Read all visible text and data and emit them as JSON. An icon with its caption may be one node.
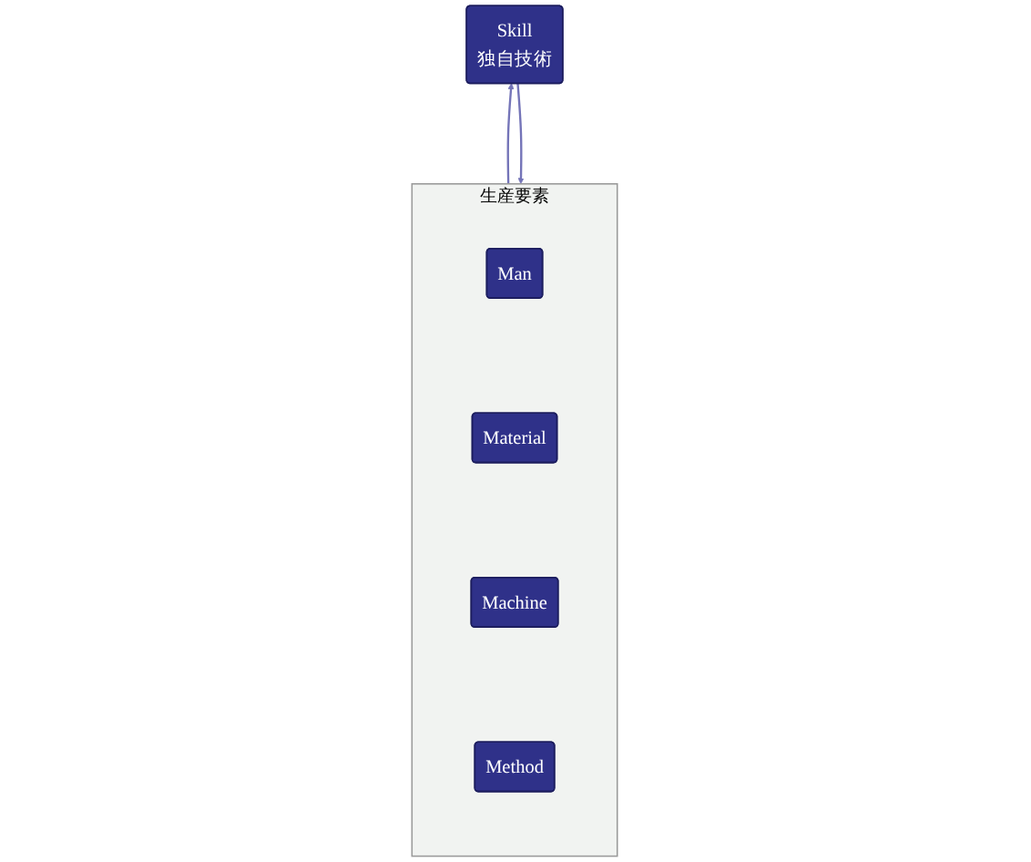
{
  "diagram": {
    "nodes": [
      {
        "text": [
          "Skill",
          "独自技術"
        ]
      },
      {
        "text": [
          "生産要素"
        ]
      },
      {
        "text": [
          "Man"
        ],
        "in": 1
      },
      {
        "text": [
          "Material"
        ],
        "in": 1
      },
      {
        "text": [
          "Machine"
        ],
        "in": 1
      },
      {
        "text": [
          "Method"
        ],
        "in": 1
      }
    ],
    "edges": [
      {
        "from": 1,
        "to": 0,
        "arrow": "to"
      },
      {
        "from": 0,
        "to": 1,
        "arrow": "to"
      }
    ]
  }
}
